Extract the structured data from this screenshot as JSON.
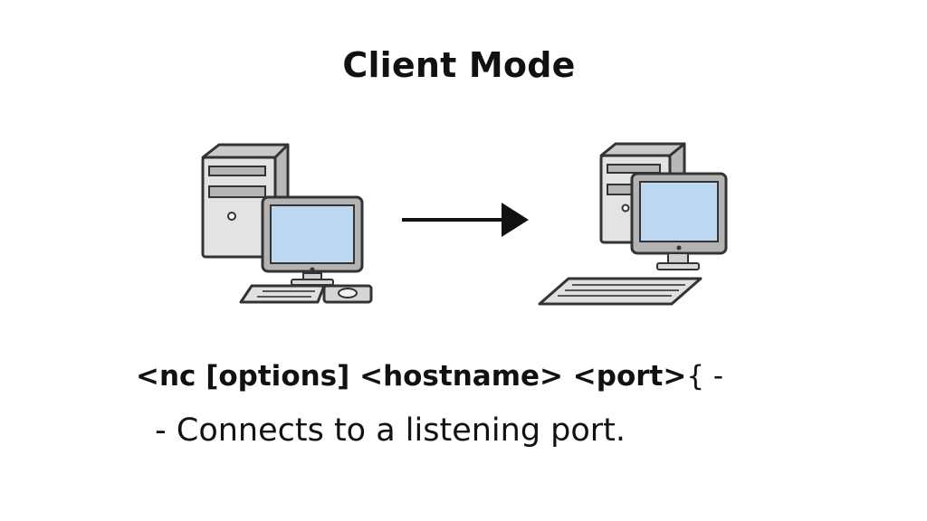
{
  "title": "Client Mode",
  "icons": {
    "left_computer": "desktop-computer-icon",
    "right_computer": "desktop-computer-icon",
    "connection_arrow": "right-arrow-icon"
  },
  "colors": {
    "screen": "#bcd7f0",
    "case": "#d9d9d9",
    "outline": "#333333",
    "arrow": "#111111"
  },
  "command": {
    "syntax": "<nc [options] <hostname> <port>",
    "suffix": "{ -"
  },
  "description": " - Connects to a listening port."
}
